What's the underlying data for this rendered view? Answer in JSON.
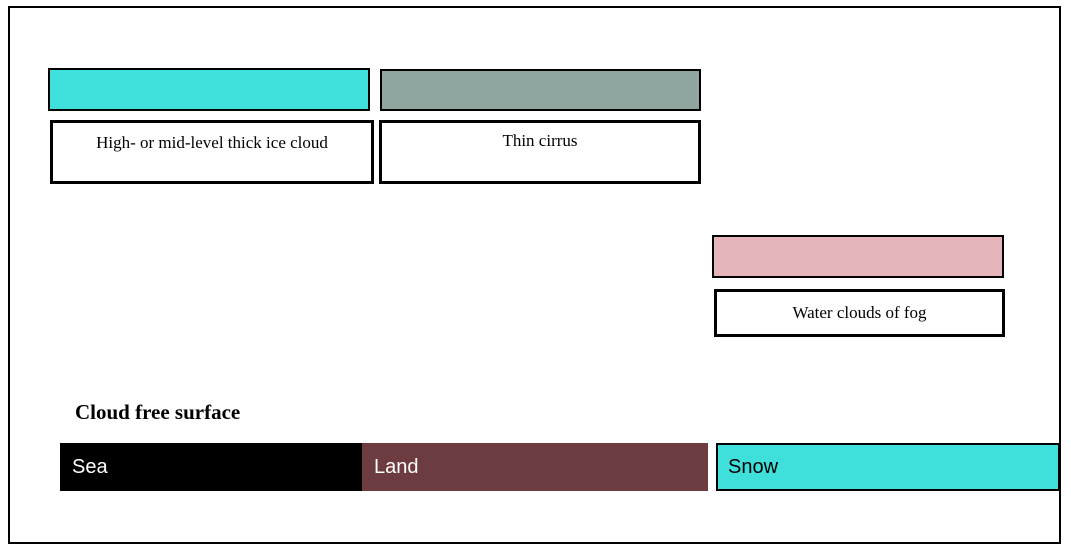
{
  "legend": {
    "ice_cloud": {
      "label": "High- or mid-level thick ice cloud",
      "color": "#3FDFDB"
    },
    "thin_cirrus": {
      "label": "Thin cirrus",
      "color": "#8FA5A0"
    },
    "water_clouds": {
      "label": "Water clouds of fog",
      "color": "#E5B4BA"
    },
    "surface": {
      "title": "Cloud free surface",
      "items": [
        {
          "label": "Sea",
          "color": "#000000",
          "text_color": "#FFFFFF"
        },
        {
          "label": "Land",
          "color": "#6C3C40",
          "text_color": "#FFFFFF"
        },
        {
          "label": "Snow",
          "color": "#3FDFDB",
          "text_color": "#000000"
        }
      ]
    }
  }
}
